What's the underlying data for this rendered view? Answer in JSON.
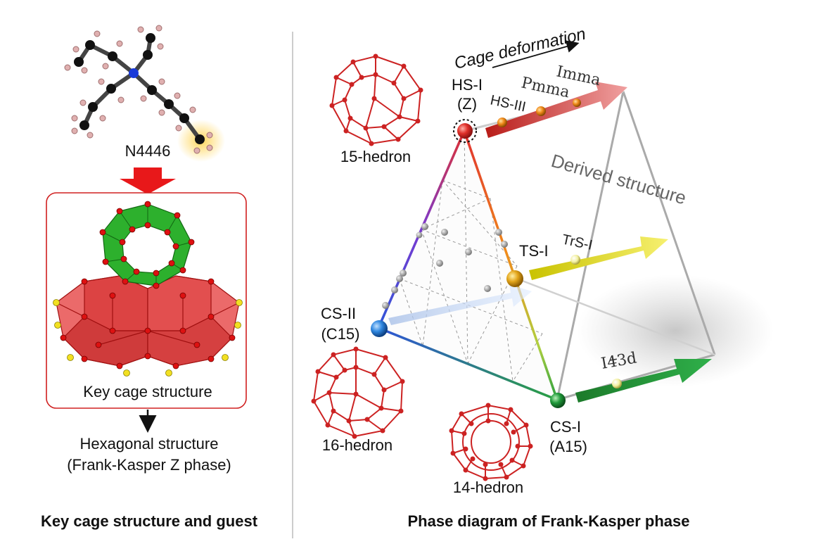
{
  "left_panel": {
    "molecule_label": "N4446",
    "cage_box_label": "Key cage structure",
    "result_line1": "Hexagonal structure",
    "result_line2": "(Frank-Kasper Z phase)",
    "footer": "Key cage structure and guest"
  },
  "right_panel": {
    "footer": "Phase diagram of Frank-Kasper phase",
    "cage_deformation": "Cage deformation",
    "derived_structure": "Derived structure",
    "polyhedra": {
      "p15": "15-hedron",
      "p16": "16-hedron",
      "p14": "14-hedron"
    },
    "vertices": {
      "hs1_line1": "HS-I",
      "hs1_line2": "(Z)",
      "cs2_line1": "CS-II",
      "cs2_line2": "(C15)",
      "cs1_line1": "CS-I",
      "cs1_line2": "(A15)",
      "ts1": "TS-I"
    },
    "derived": {
      "hs3": "HS-III",
      "pmma": "Pmma",
      "imma": "Imma",
      "trs1": "TrS-I",
      "i43d": "I43d"
    },
    "colors": {
      "hs": "#d9302b",
      "ts": "#e3a51a",
      "cs2": "#2f87e0",
      "cs1": "#1f9a3a",
      "cage": "#cc2222"
    }
  }
}
